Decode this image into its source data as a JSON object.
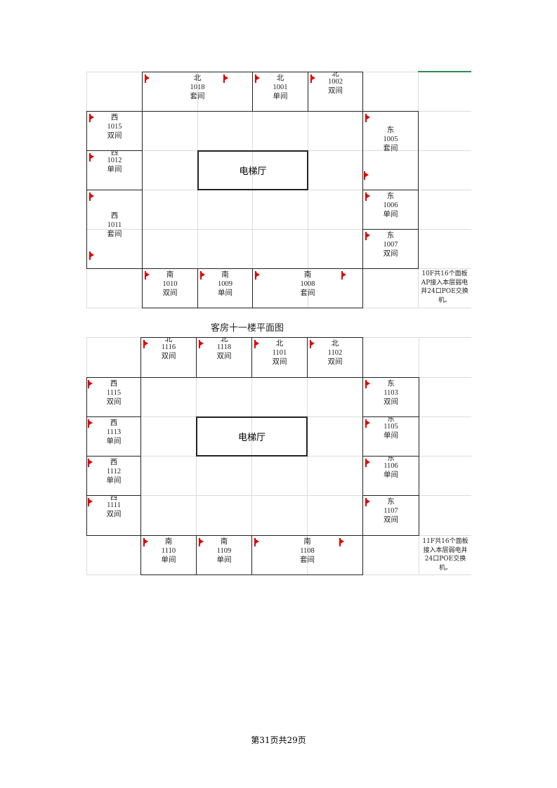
{
  "floor10": {
    "hall": "电梯厅",
    "rooms": [
      {
        "dir": "北",
        "num": "1018",
        "type": "套间"
      },
      {
        "dir": "北",
        "num": "1001",
        "type": "单间"
      },
      {
        "dir": "北",
        "num": "1002",
        "type": "双间"
      },
      {
        "dir": "西",
        "num": "1015",
        "type": "双间"
      },
      {
        "dir": "西",
        "num": "1012",
        "type": "单间"
      },
      {
        "dir": "西",
        "num": "1011",
        "type": "套间"
      },
      {
        "dir": "东",
        "num": "1005",
        "type": "套间"
      },
      {
        "dir": "东",
        "num": "1006",
        "type": "单间"
      },
      {
        "dir": "东",
        "num": "1007",
        "type": "双间"
      },
      {
        "dir": "南",
        "num": "1010",
        "type": "双间"
      },
      {
        "dir": "南",
        "num": "1009",
        "type": "单间"
      },
      {
        "dir": "南",
        "num": "1008",
        "type": "套间"
      }
    ],
    "note": "10F共16个面板AP接入本层弱电井24口POE交换机。"
  },
  "floor11": {
    "title": "客房十一楼平面图",
    "hall": "电梯厅",
    "rooms": [
      {
        "dir": "北",
        "num": "1116",
        "type": "双间"
      },
      {
        "dir": "北",
        "num": "1118",
        "type": "双间"
      },
      {
        "dir": "北",
        "num": "1101",
        "type": "双间"
      },
      {
        "dir": "北",
        "num": "1102",
        "type": "双间"
      },
      {
        "dir": "西",
        "num": "1115",
        "type": "双间"
      },
      {
        "dir": "西",
        "num": "1113",
        "type": "单间"
      },
      {
        "dir": "西",
        "num": "1112",
        "type": "单间"
      },
      {
        "dir": "西",
        "num": "1111",
        "type": "双间"
      },
      {
        "dir": "东",
        "num": "1103",
        "type": "双间"
      },
      {
        "dir": "东",
        "num": "1105",
        "type": "单间"
      },
      {
        "dir": "东",
        "num": "1106",
        "type": "单间"
      },
      {
        "dir": "东",
        "num": "1107",
        "type": "双间"
      },
      {
        "dir": "南",
        "num": "1110",
        "type": "单间"
      },
      {
        "dir": "南",
        "num": "1109",
        "type": "单间"
      },
      {
        "dir": "南",
        "num": "1108",
        "type": "套间"
      }
    ],
    "note": "11F共16个面板接入本层弱电井24口POE交换机。"
  },
  "footer": "第31页共29页"
}
